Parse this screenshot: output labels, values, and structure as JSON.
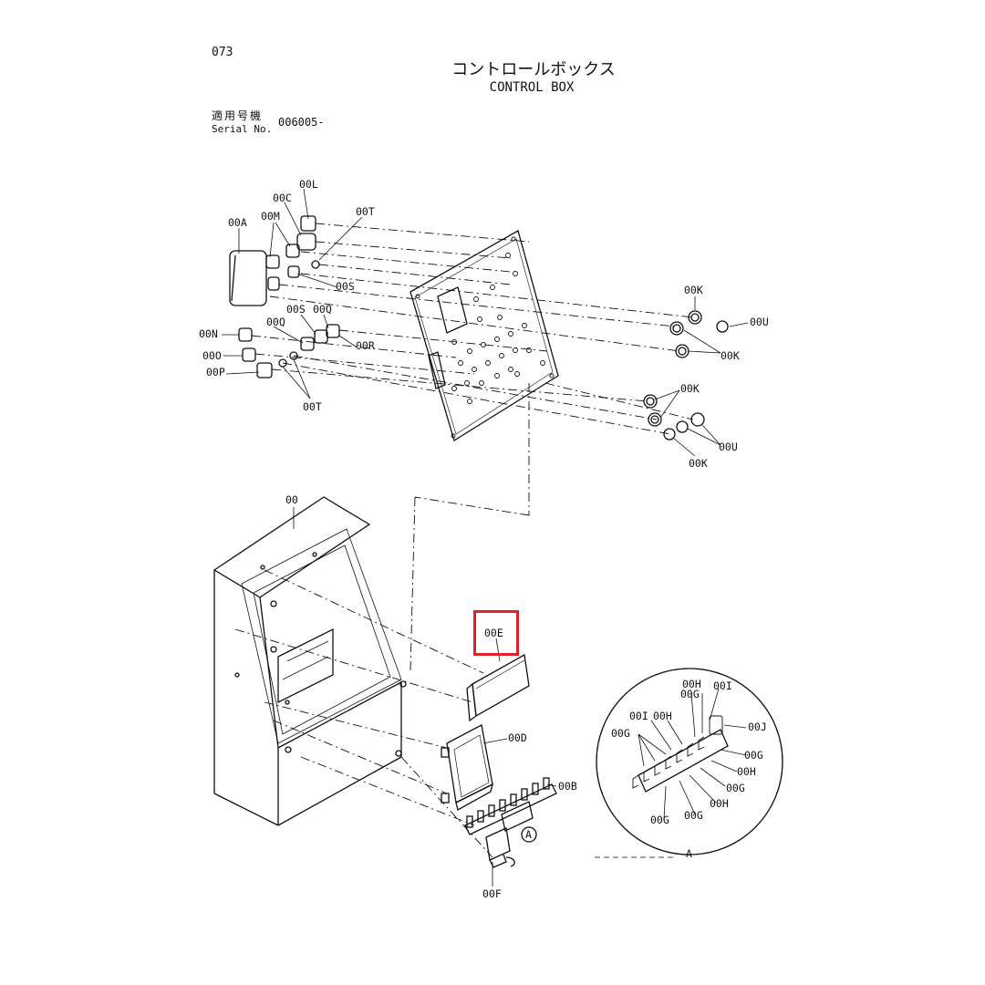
{
  "header": {
    "page_number": "073",
    "title_jp": "コントロールボックス",
    "title_en": "CONTROL BOX",
    "serial_label_jp": "適用号機",
    "serial_label_en": "Serial No.",
    "serial_value": "006005-"
  },
  "callouts": {
    "l00": "00",
    "l00A": "00A",
    "l00B": "00B",
    "l00C": "00C",
    "l00D": "00D",
    "l00E": "00E",
    "l00F": "00F",
    "l00L": "00L",
    "l00M": "00M",
    "l00N": "00N",
    "l00O": "00O",
    "l00P": "00P",
    "l00Q_1": "00Q",
    "l00Q_2": "00Q",
    "l00R": "00R",
    "l00S_1": "00S",
    "l00S_2": "00S",
    "l00T_1": "00T",
    "l00T_2": "00T",
    "l00K_1": "00K",
    "l00K_2": "00K",
    "l00K_3": "00K",
    "l00K_4": "00K",
    "l00U_1": "00U",
    "l00U_2": "00U"
  },
  "detail_a": {
    "marker": "A",
    "ref_marker": "A",
    "labels": {
      "g1": "00G",
      "h1": "00H",
      "i1": "00I",
      "i2": "00I",
      "h2": "00H",
      "g2": "00G",
      "j": "00J",
      "g3": "00G",
      "h3": "00H",
      "g4": "00G",
      "h4": "00H",
      "g5": "00G",
      "g6": "00G"
    }
  },
  "highlight_target": "00E",
  "colors": {
    "ink": "#111111",
    "highlight": "#e0202a",
    "paper": "#ffffff"
  }
}
